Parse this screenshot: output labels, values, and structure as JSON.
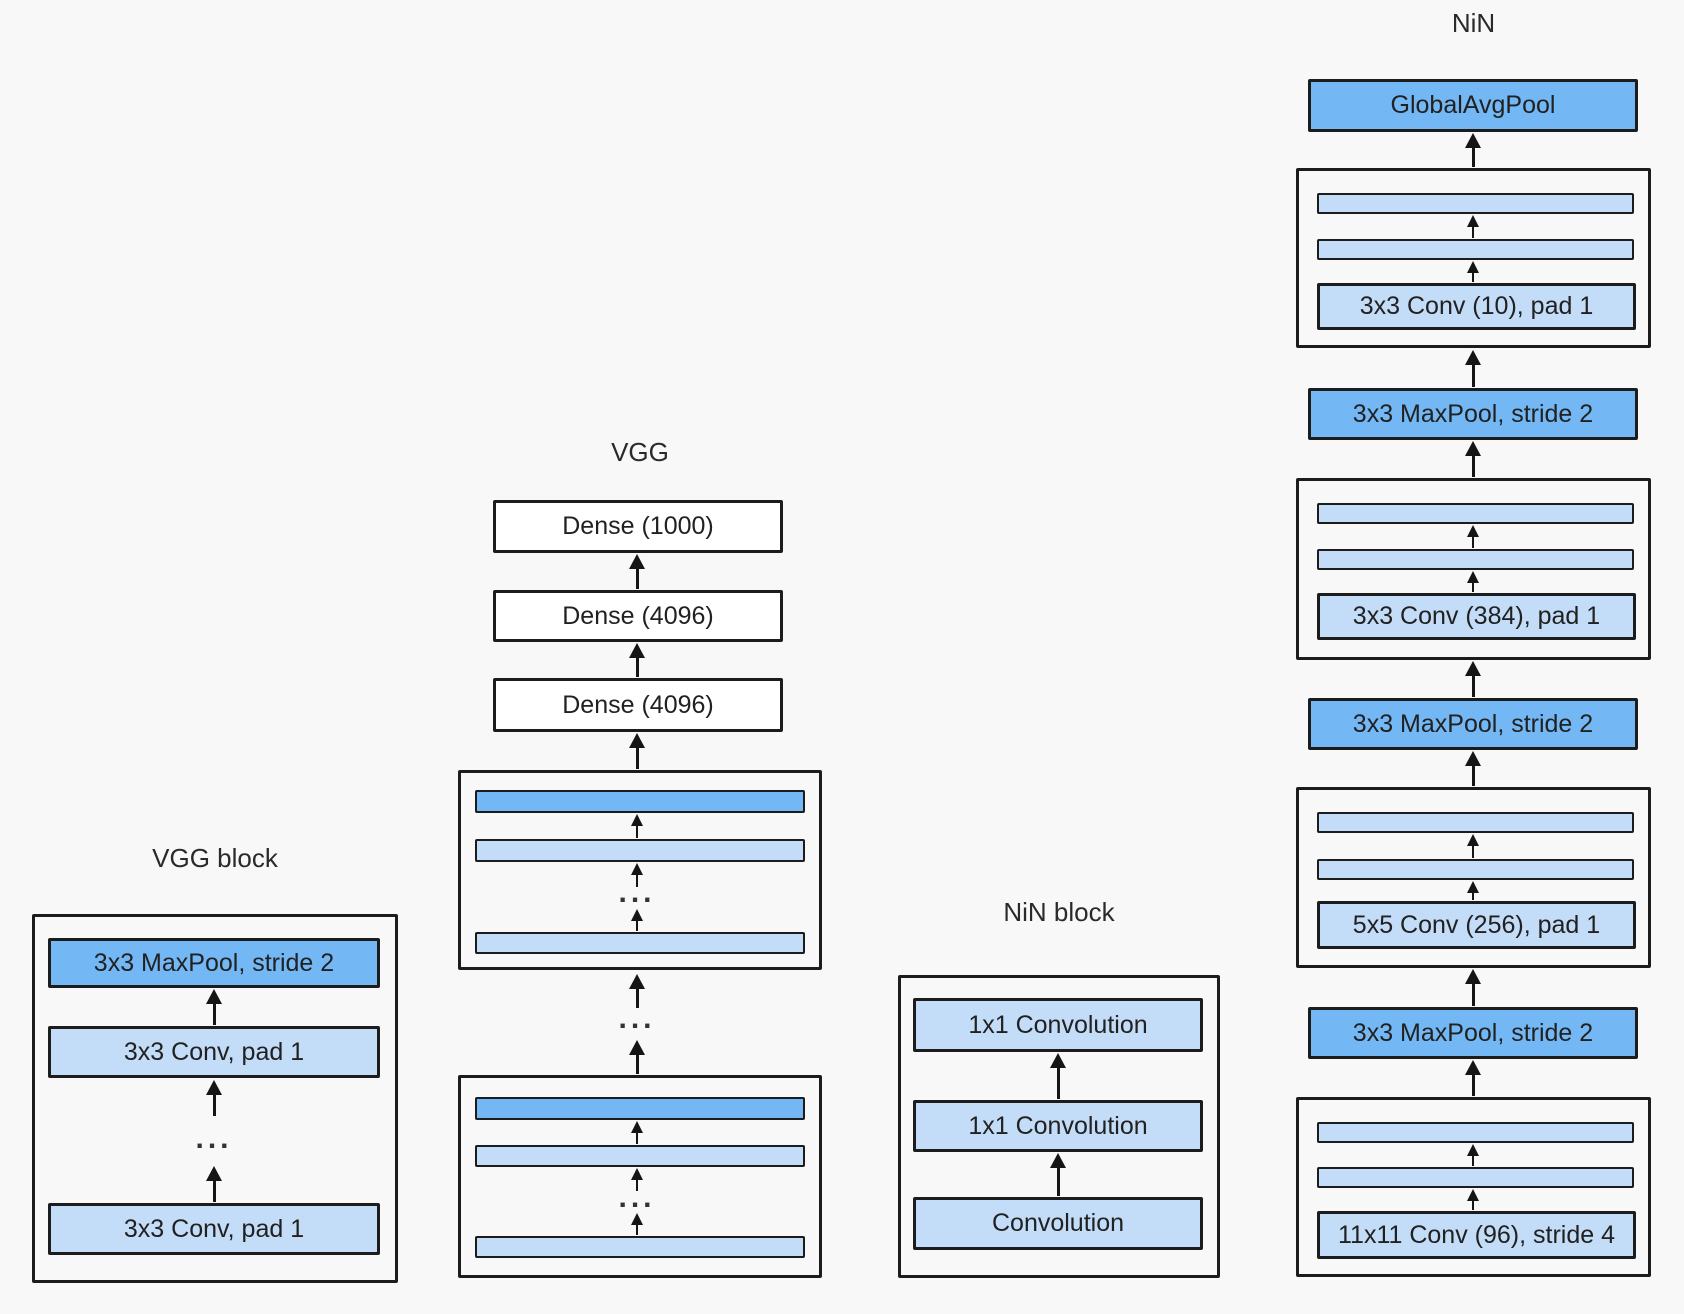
{
  "colors": {
    "background": "#f8f8f8",
    "box-dark-blue": "#73b8f5",
    "box-light-blue": "#c3dcf7",
    "box-white": "#ffffff",
    "border-dark": "#1c1c1c",
    "text": "#212121"
  },
  "ellipsis": "...",
  "vgg_block": {
    "title": "VGG block",
    "maxpool": "3x3 MaxPool, stride 2",
    "conv_top": "3x3 Conv, pad 1",
    "conv_bottom": "3x3 Conv, pad 1"
  },
  "vgg": {
    "title": "VGG",
    "dense_layers": [
      "Dense (1000)",
      "Dense (4096)",
      "Dense (4096)"
    ]
  },
  "nin_block": {
    "title": "NiN block",
    "layers": [
      "1x1 Convolution",
      "1x1 Convolution",
      "Convolution"
    ]
  },
  "nin": {
    "title": "NiN",
    "global_avg_pool": "GlobalAvgPool",
    "maxpool": "3x3 MaxPool, stride 2",
    "blocks": [
      {
        "conv": "3x3 Conv (10), pad 1"
      },
      {
        "conv": "3x3 Conv (384), pad 1"
      },
      {
        "conv": "5x5 Conv (256), pad 1"
      },
      {
        "conv": "11x11 Conv (96), stride 4"
      }
    ]
  }
}
